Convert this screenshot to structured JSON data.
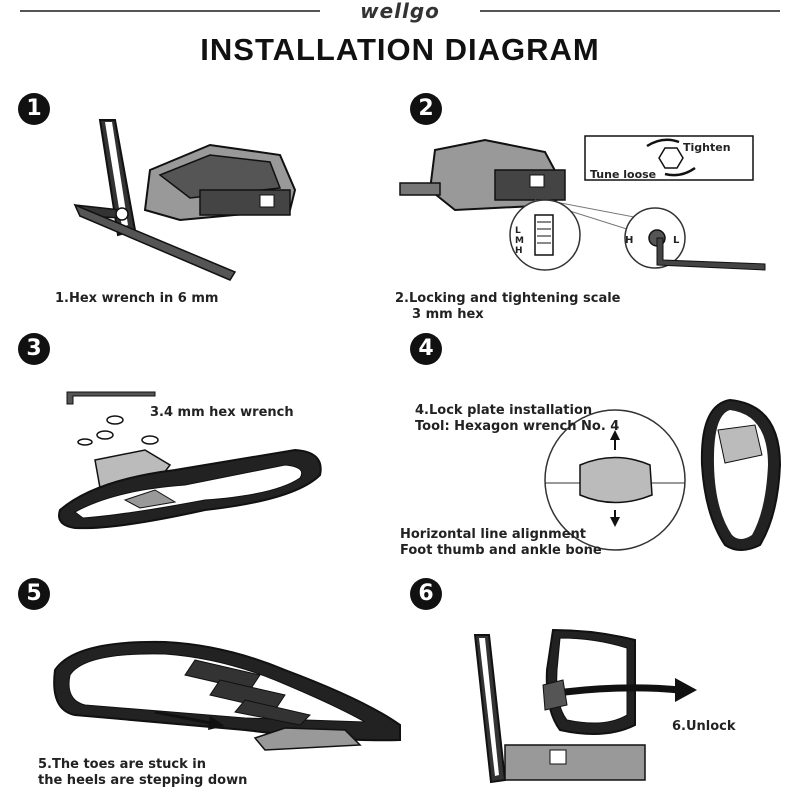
{
  "header": {
    "brand": "wellgo",
    "title": "INSTALLATION DIAGRAM"
  },
  "steps": [
    {
      "number": "1",
      "caption": "1.Hex wrench in 6 mm"
    },
    {
      "number": "2",
      "caption_line1": "2.Locking and tightening scale",
      "caption_line2": "3 mm hex",
      "label_tighten": "Tighten",
      "label_loose": "Tune loose",
      "scale_letters": [
        "L",
        "M",
        "H"
      ],
      "knob_left": "H",
      "knob_right": "L"
    },
    {
      "number": "3",
      "caption": "3.4 mm hex wrench"
    },
    {
      "number": "4",
      "caption_line1": "4.Lock plate installation",
      "caption_line2": "Tool: Hexagon wrench No. 4",
      "caption_line3": "Horizontal line alignment",
      "caption_line4": "Foot thumb and ankle bone"
    },
    {
      "number": "5",
      "caption_line1": "5.The toes are stuck in",
      "caption_line2": "the heels are stepping down"
    },
    {
      "number": "6",
      "caption": "6.Unlock"
    }
  ]
}
